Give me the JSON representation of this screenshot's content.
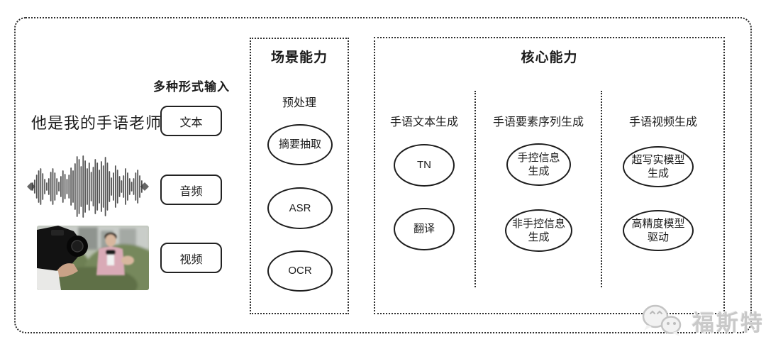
{
  "colors": {
    "line": "#2e2e2e",
    "text": "#1c1c1c",
    "watermark": "#c9c9c9"
  },
  "input_section": {
    "header": "多种形式输入",
    "sample_text": "他是我的手语老师",
    "boxes": [
      {
        "label": "文本"
      },
      {
        "label": "音频"
      },
      {
        "label": "视频"
      }
    ],
    "waveform_heights": [
      5,
      9,
      16,
      22,
      25,
      18,
      10,
      5,
      11,
      20,
      25,
      19,
      11,
      6,
      14,
      22,
      17,
      10,
      16,
      26,
      22,
      32,
      42,
      38,
      28,
      43,
      36,
      25,
      33,
      20,
      27,
      38,
      33,
      23,
      35,
      29,
      41,
      33,
      21,
      12,
      19,
      29,
      23,
      14,
      8,
      15,
      25,
      19,
      11,
      6,
      11,
      19,
      23,
      15,
      8
    ]
  },
  "scene_section": {
    "title": "场景能力",
    "subtitle": "预处理",
    "nodes": [
      {
        "lines": [
          "摘要抽取"
        ]
      },
      {
        "lines": [
          "ASR"
        ]
      },
      {
        "lines": [
          "OCR"
        ]
      }
    ]
  },
  "core_section": {
    "title": "核心能力",
    "columns": [
      {
        "header": "手语文本生成",
        "nodes": [
          {
            "lines": [
              "TN"
            ]
          },
          {
            "lines": [
              "翻译"
            ]
          }
        ]
      },
      {
        "header": "手语要素序列生成",
        "nodes": [
          {
            "lines": [
              "手控信息",
              "生成"
            ]
          },
          {
            "lines": [
              "非手控信息",
              "生成"
            ]
          }
        ]
      },
      {
        "header": "手语视频生成",
        "nodes": [
          {
            "lines": [
              "超写实模型",
              "生成"
            ]
          },
          {
            "lines": [
              "高精度模型",
              "驱动"
            ]
          }
        ]
      }
    ]
  },
  "watermark": {
    "icon": "wechat-bubbles-icon",
    "text": "福斯特"
  }
}
